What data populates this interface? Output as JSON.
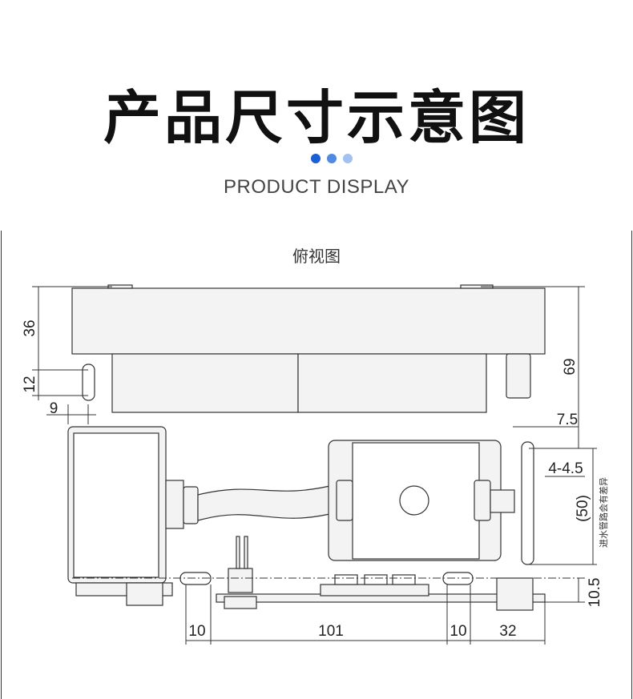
{
  "header": {
    "title": "产品尺寸示意图",
    "subtitle": "PRODUCT DISPLAY",
    "dot_colors": [
      "#1a5fd6",
      "#4f8ae3",
      "#a3c1f0"
    ]
  },
  "diagram": {
    "view_label": "俯视图",
    "note": "进水管路会有差异",
    "dimensions": {
      "d36": "36",
      "d12": "12",
      "d9": "9",
      "d69": "69",
      "d7_5": "7.5",
      "d4_4_5": "4-4.5",
      "d50": "(50)",
      "d10_5": "10.5",
      "b10a": "10",
      "b101": "101",
      "b10b": "10",
      "b32": "32"
    }
  }
}
